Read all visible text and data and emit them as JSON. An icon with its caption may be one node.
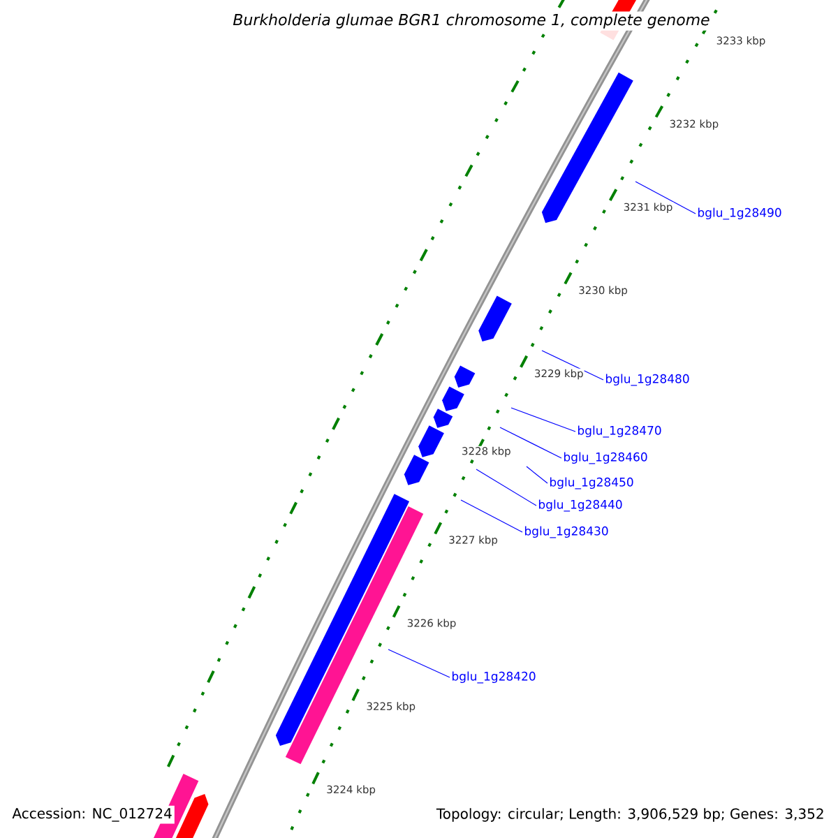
{
  "diagram": {
    "title": "Burkholderia glumae BGR1 chromosome 1, complete genome",
    "nodes": [
      {
        "text": [
          "bglu_1g28490"
        ]
      },
      {
        "text": [
          "bglu_1g28480"
        ]
      },
      {
        "text": [
          "bglu_1g28470"
        ]
      },
      {
        "text": [
          "bglu_1g28460"
        ]
      },
      {
        "text": [
          "bglu_1g28450"
        ]
      },
      {
        "text": [
          "bglu_1g28440"
        ]
      },
      {
        "text": [
          "bglu_1g28430"
        ]
      },
      {
        "text": [
          "bglu_1g28420"
        ]
      }
    ],
    "edges": [
      {
        "from": 0,
        "to": null,
        "arrow": "none"
      },
      {
        "from": 1,
        "to": null,
        "arrow": "none"
      },
      {
        "from": 2,
        "to": null,
        "arrow": "none"
      },
      {
        "from": 3,
        "to": null,
        "arrow": "none"
      },
      {
        "from": 4,
        "to": null,
        "arrow": "none"
      },
      {
        "from": 5,
        "to": null,
        "arrow": "none"
      },
      {
        "from": 6,
        "to": null,
        "arrow": "none"
      },
      {
        "from": 7,
        "to": null,
        "arrow": "none"
      }
    ],
    "labels": [
      "3233 kbp",
      "3232 kbp",
      "3231 kbp",
      "3230 kbp",
      "3229 kbp",
      "3228 kbp",
      "3227 kbp",
      "3226 kbp",
      "3225 kbp",
      "3224 kbp",
      "Accession: NC_012724",
      "Topology: circular; Length: 3,906,529 bp; Genes: 3,352"
    ]
  }
}
